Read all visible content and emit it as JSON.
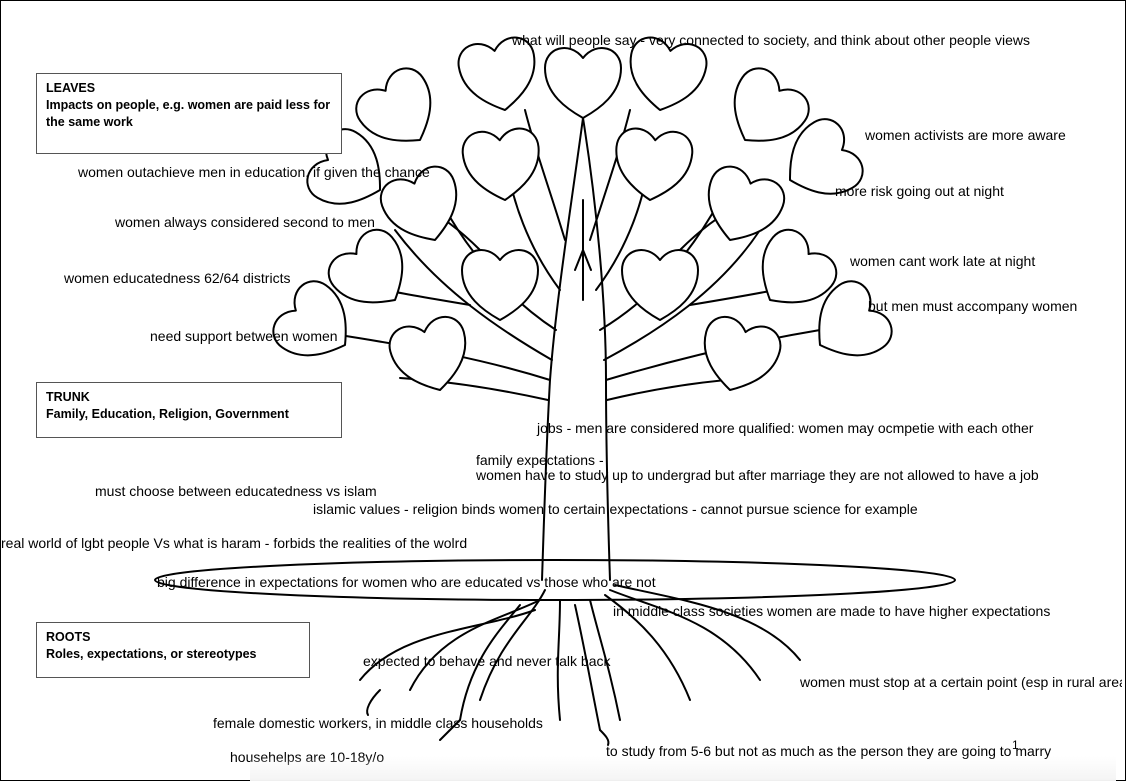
{
  "legends": {
    "leaves": {
      "title": "LEAVES",
      "description": "Impacts on people, e.g. women are paid less for the same work"
    },
    "trunk": {
      "title": "TRUNK",
      "description": "Family, Education, Religion, Government"
    },
    "roots": {
      "title": "ROOTS",
      "description": "Roles, expectations, or stereotypes"
    }
  },
  "notes": {
    "people_say": "what will people say - very connected to society, and think about other people views",
    "outachieve": "women outachieve men in education, if given the chance",
    "activists": "women activists are more aware",
    "risk_night": "more risk going out at night",
    "second_to_men": "women always considered second to men",
    "cant_work_late": "women cant work late at night",
    "educatedness": "women educatedness 62/64 districts",
    "accompany": "but men must accompany women",
    "support": "need support between women",
    "jobs": "jobs - men are considered more qualified: women may ocmpetie with each other",
    "family_expectations": "family expectations -",
    "study_undergrad": "women have to study up to undergrad but after marriage they are not allowed to have a job",
    "choose": "must choose between educatedness vs islam",
    "islamic_values": "islamic values - religion binds women to certain expectations - cannot pursue science for example",
    "lgbt": "real world of lgbt people Vs what is haram - forbids the realities of the wolrd",
    "big_difference": "big difference in expectations for women who are educated vs those who are not",
    "middle_class": "in middle class societies women are made to have higher expectations",
    "behave": "expected to behave and never talk back",
    "stop_point": "women must stop at a certain point (esp in rural areas)",
    "domestic_workers": "female domestic workers, in middle class households",
    "househelps": "househelps are 10-18y/o",
    "study_5_6": "to study from 5-6 but not as much as the person they are going to marry"
  },
  "page_number": "1"
}
